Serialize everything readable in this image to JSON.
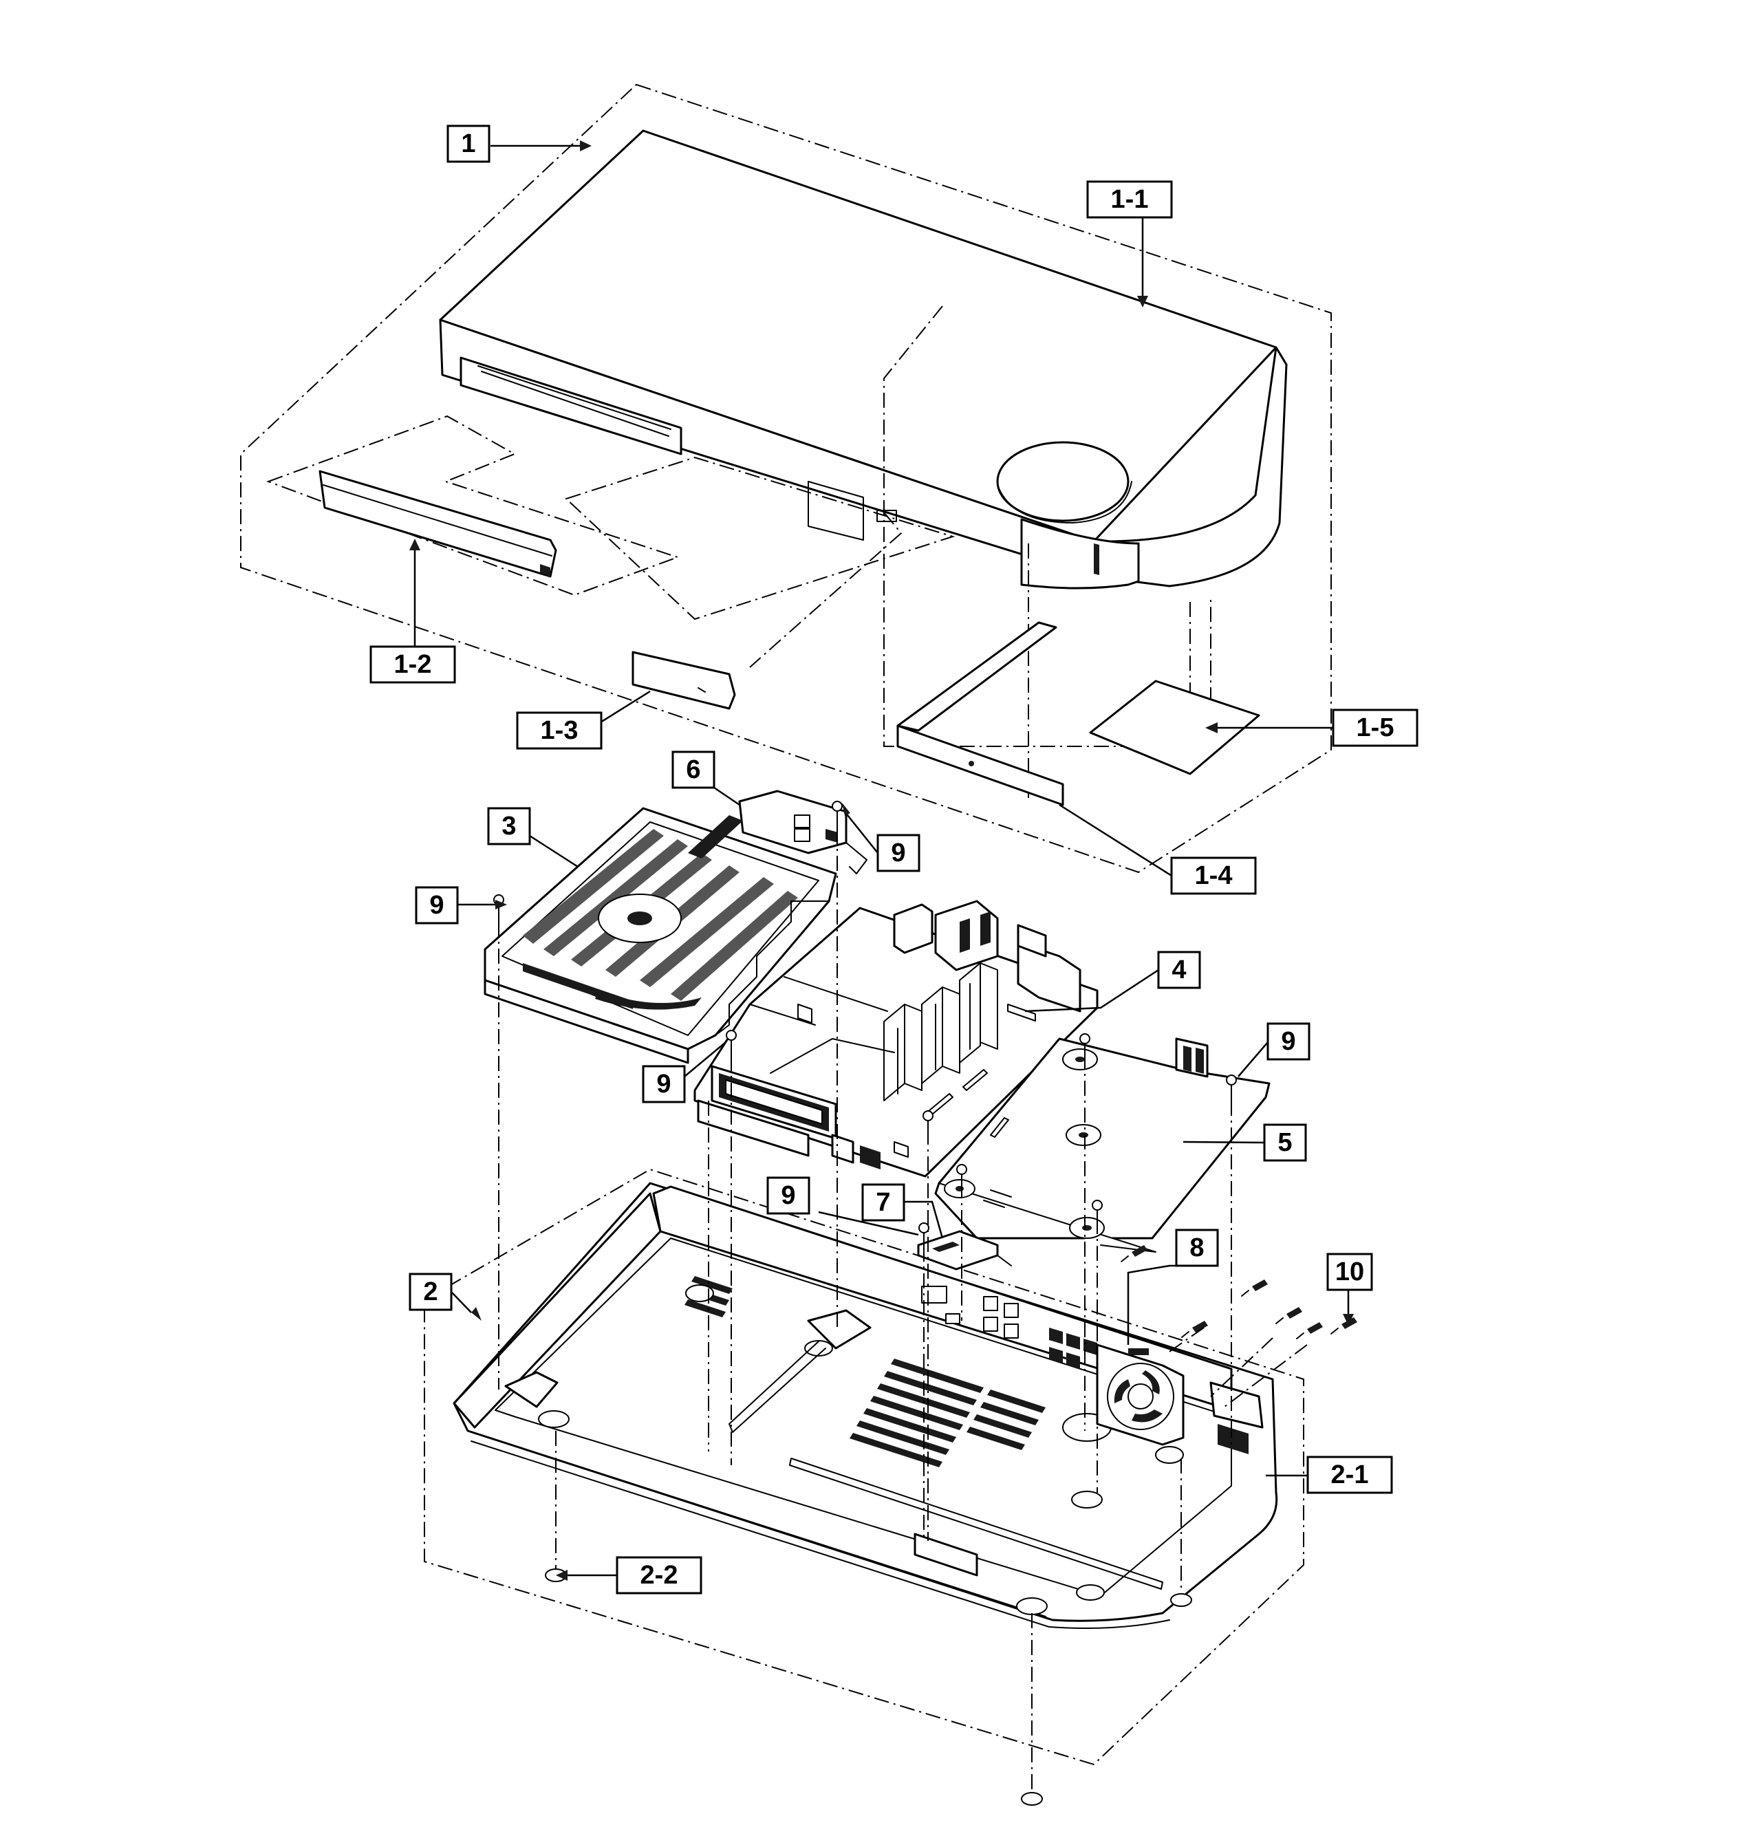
{
  "figure": {
    "type": "exploded-parts-diagram",
    "callouts": [
      {
        "id": "c1",
        "text": "1"
      },
      {
        "id": "c1_1",
        "text": "1-1"
      },
      {
        "id": "c1_2",
        "text": "1-2"
      },
      {
        "id": "c1_3",
        "text": "1-3"
      },
      {
        "id": "c1_4",
        "text": "1-4"
      },
      {
        "id": "c1_5",
        "text": "1-5"
      },
      {
        "id": "c6",
        "text": "6"
      },
      {
        "id": "c3",
        "text": "3"
      },
      {
        "id": "c9a",
        "text": "9"
      },
      {
        "id": "c9b",
        "text": "9"
      },
      {
        "id": "c4",
        "text": "4"
      },
      {
        "id": "c9c",
        "text": "9"
      },
      {
        "id": "c9d",
        "text": "9"
      },
      {
        "id": "c5",
        "text": "5"
      },
      {
        "id": "c9e",
        "text": "9"
      },
      {
        "id": "c7",
        "text": "7"
      },
      {
        "id": "c8",
        "text": "8"
      },
      {
        "id": "c10",
        "text": "10"
      },
      {
        "id": "c2",
        "text": "2"
      },
      {
        "id": "c2_1",
        "text": "2-1"
      },
      {
        "id": "c2_2",
        "text": "2-2"
      }
    ]
  }
}
